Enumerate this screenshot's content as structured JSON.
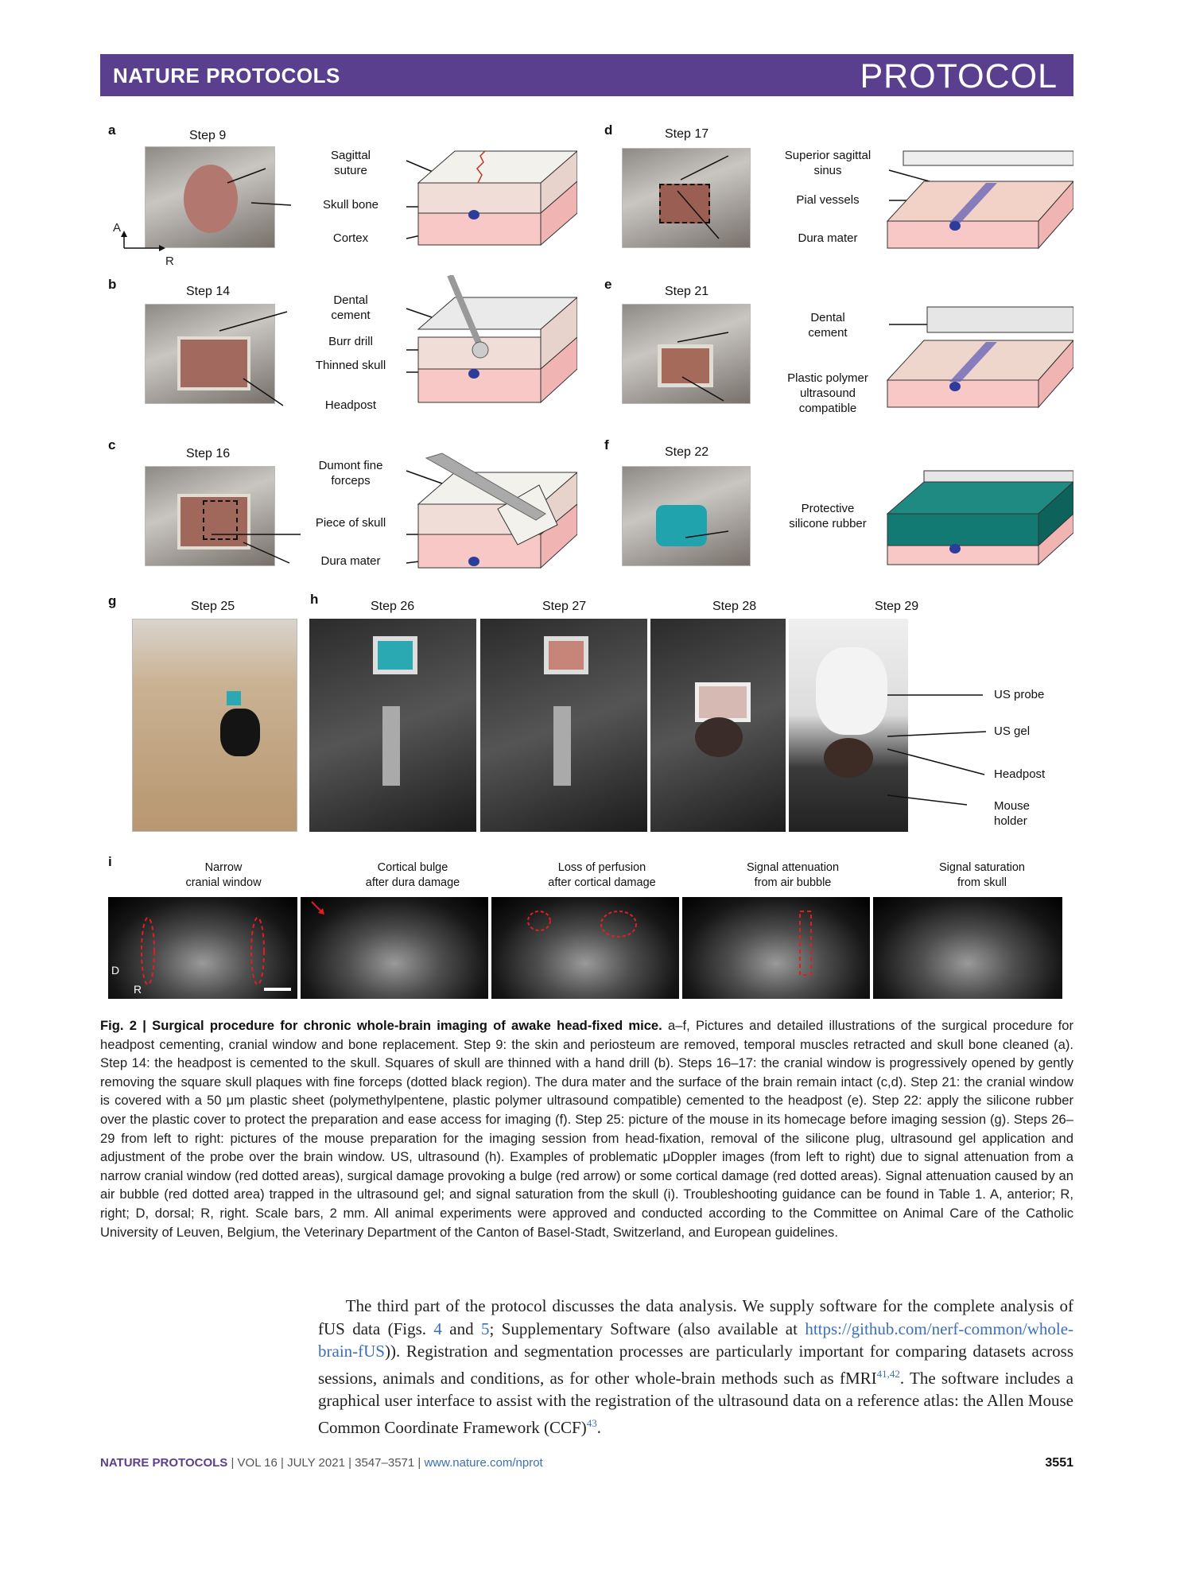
{
  "header": {
    "journal": "NATURE PROTOCOLS",
    "article_type": "PROTOCOL"
  },
  "figure": {
    "panels": {
      "a": {
        "letter": "a",
        "step": "Step 9",
        "labels": [
          "Sagittal\nsuture",
          "Skull bone",
          "Cortex"
        ],
        "axis": [
          "A",
          "R"
        ]
      },
      "b": {
        "letter": "b",
        "step": "Step 14",
        "labels": [
          "Dental\ncement",
          "Burr drill",
          "Thinned skull",
          "Headpost"
        ]
      },
      "c": {
        "letter": "c",
        "step": "Step 16",
        "labels": [
          "Dumont fine\nforceps",
          "Piece of skull",
          "Dura mater"
        ]
      },
      "d": {
        "letter": "d",
        "step": "Step 17",
        "labels": [
          "Superior sagittal\nsinus",
          "Pial vessels",
          "Dura mater"
        ]
      },
      "e": {
        "letter": "e",
        "step": "Step 21",
        "labels": [
          "Dental\ncement",
          "Plastic polymer\nultrasound\ncompatible"
        ]
      },
      "f": {
        "letter": "f",
        "step": "Step 22",
        "labels": [
          "Protective\nsilicone rubber"
        ]
      },
      "g": {
        "letter": "g",
        "step": "Step 25"
      },
      "h": {
        "letter": "h",
        "steps": [
          "Step 26",
          "Step 27",
          "Step 28",
          "Step 29"
        ],
        "labels": [
          "US probe",
          "US gel",
          "Headpost",
          "Mouse\nholder"
        ]
      },
      "i": {
        "letter": "i",
        "titles": [
          "Narrow\ncranial window",
          "Cortical bulge\nafter dura damage",
          "Loss of perfusion\nafter cortical damage",
          "Signal attenuation\nfrom air bubble",
          "Signal saturation\nfrom skull"
        ],
        "axis": [
          "D",
          "R"
        ]
      }
    }
  },
  "caption": {
    "lead": "Fig. 2 | Surgical procedure for chronic whole-brain imaging of awake head-fixed mice.",
    "text": "a–f, Pictures and detailed illustrations of the surgical procedure for headpost cementing, cranial window and bone replacement. Step 9: the skin and periosteum are removed, temporal muscles retracted and skull bone cleaned (a). Step 14: the headpost is cemented to the skull. Squares of skull are thinned with a hand drill (b). Steps 16–17: the cranial window is progressively opened by gently removing the square skull plaques with fine forceps (dotted black region). The dura mater and the surface of the brain remain intact (c,d). Step 21: the cranial window is covered with a 50 μm plastic sheet (polymethylpentene, plastic polymer ultrasound compatible) cemented to the headpost (e). Step 22: apply the silicone rubber over the plastic cover to protect the preparation and ease access for imaging (f). Step 25: picture of the mouse in its homecage before imaging session (g). Steps 26–29 from left to right: pictures of the mouse preparation for the imaging session from head-fixation, removal of the silicone plug, ultrasound gel application and adjustment of the probe over the brain window. US, ultrasound (h). Examples of problematic μDoppler images (from left to right) due to signal attenuation from a narrow cranial window (red dotted areas), surgical damage provoking a bulge (red arrow) or some cortical damage (red dotted areas). Signal attenuation caused by an air bubble (red dotted area) trapped in the ultrasound gel; and signal saturation from the skull (i). Troubleshooting guidance can be found in Table 1. A, anterior; R, right; D, dorsal; R, right. Scale bars, 2 mm. All animal experiments were approved and conducted according to the Committee on Animal Care of the Catholic University of Leuven, Belgium, the Veterinary Department of the Canton of Basel-Stadt, Switzerland, and European guidelines."
  },
  "body": {
    "p1": "The third part of the protocol discusses the data analysis. We supply software for the complete analysis of fUS data (Figs. ",
    "fig4": "4",
    "and": " and ",
    "fig5": "5",
    "p2": "; Supplementary Software (also available at ",
    "url": "https://github.com/nerf-common/whole-brain-fUS",
    "p3": ")). Registration and segmentation processes are particularly important for comparing datasets across sessions, animals and conditions, as for other whole-brain methods such as fMRI",
    "ref1": "41,42",
    "p4": ". The software includes a graphical user interface to assist with the registration of the ultrasound data on a reference atlas: the Allen Mouse Common Coordinate Framework (CCF)",
    "ref2": "43",
    "p5": "."
  },
  "footer": {
    "journal": "NATURE PROTOCOLS",
    "issue": "| VOL 16 | JULY 2021 | 3547–3571 |",
    "url": "www.nature.com/nprot",
    "page": "3551"
  }
}
